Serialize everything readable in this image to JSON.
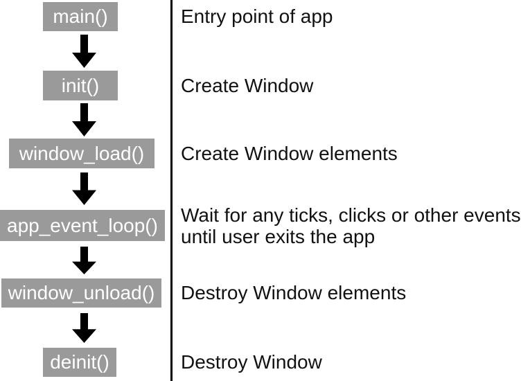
{
  "diagram": {
    "type": "flowchart",
    "orientation": "vertical",
    "colors": {
      "background": "#ffffff",
      "box_fill": "#9a9a9a",
      "box_text": "#ffffff",
      "description_text": "#111111",
      "arrow": "#000000",
      "divider": "#000000"
    },
    "steps": [
      {
        "function": "main()",
        "description": "Entry point of app"
      },
      {
        "function": "init()",
        "description": "Create Window"
      },
      {
        "function": "window_load()",
        "description": "Create Window elements"
      },
      {
        "function": "app_event_loop()",
        "description": "Wait for any ticks, clicks or other events until user exits the app"
      },
      {
        "function": "window_unload()",
        "description": "Destroy Window elements"
      },
      {
        "function": "deinit()",
        "description": "Destroy Window"
      }
    ]
  }
}
